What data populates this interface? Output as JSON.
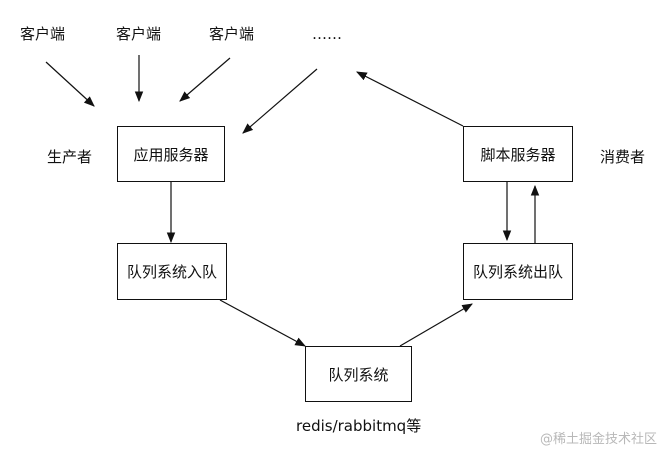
{
  "clients": [
    "客户端",
    "客户端",
    "客户端"
  ],
  "ellipsis": "……",
  "producer_label": "生产者",
  "consumer_label": "消费者",
  "boxes": {
    "app_server": "应用服务器",
    "script_server": "脚本服务器",
    "enqueue": "队列系统入队",
    "dequeue": "队列系统出队",
    "queue_system": "队列系统"
  },
  "queue_note": "redis/rabbitmq等",
  "watermark": "@稀土掘金技术社区"
}
